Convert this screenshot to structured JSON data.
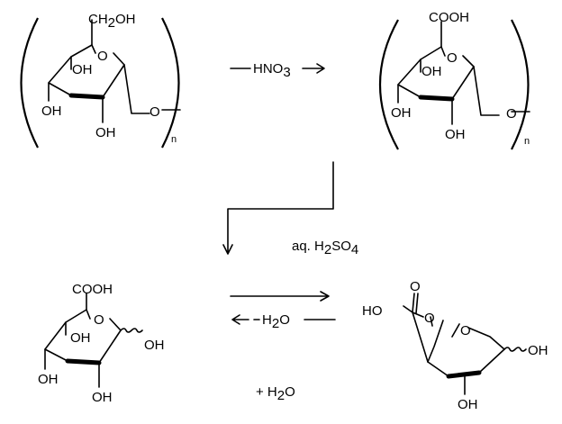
{
  "labels": {
    "ch2oh": "CH",
    "ch2oh_sub": "2",
    "ch2oh_tail": "OH",
    "ring_o": "O",
    "oh": "OH",
    "ho": "HO",
    "o": "O",
    "cooh": "COOH",
    "n": "n"
  },
  "reactions": {
    "oxidant": "HNO",
    "oxidant_sub": "3",
    "acid": "aq. H",
    "acid_sub1": "2",
    "acid_mid": "SO",
    "acid_sub2": "4",
    "reverse_water": "H",
    "reverse_water_sub": "2",
    "reverse_water_tail": "O",
    "plus_water": "+ H",
    "plus_water_sub": "2",
    "plus_water_tail": "O"
  }
}
